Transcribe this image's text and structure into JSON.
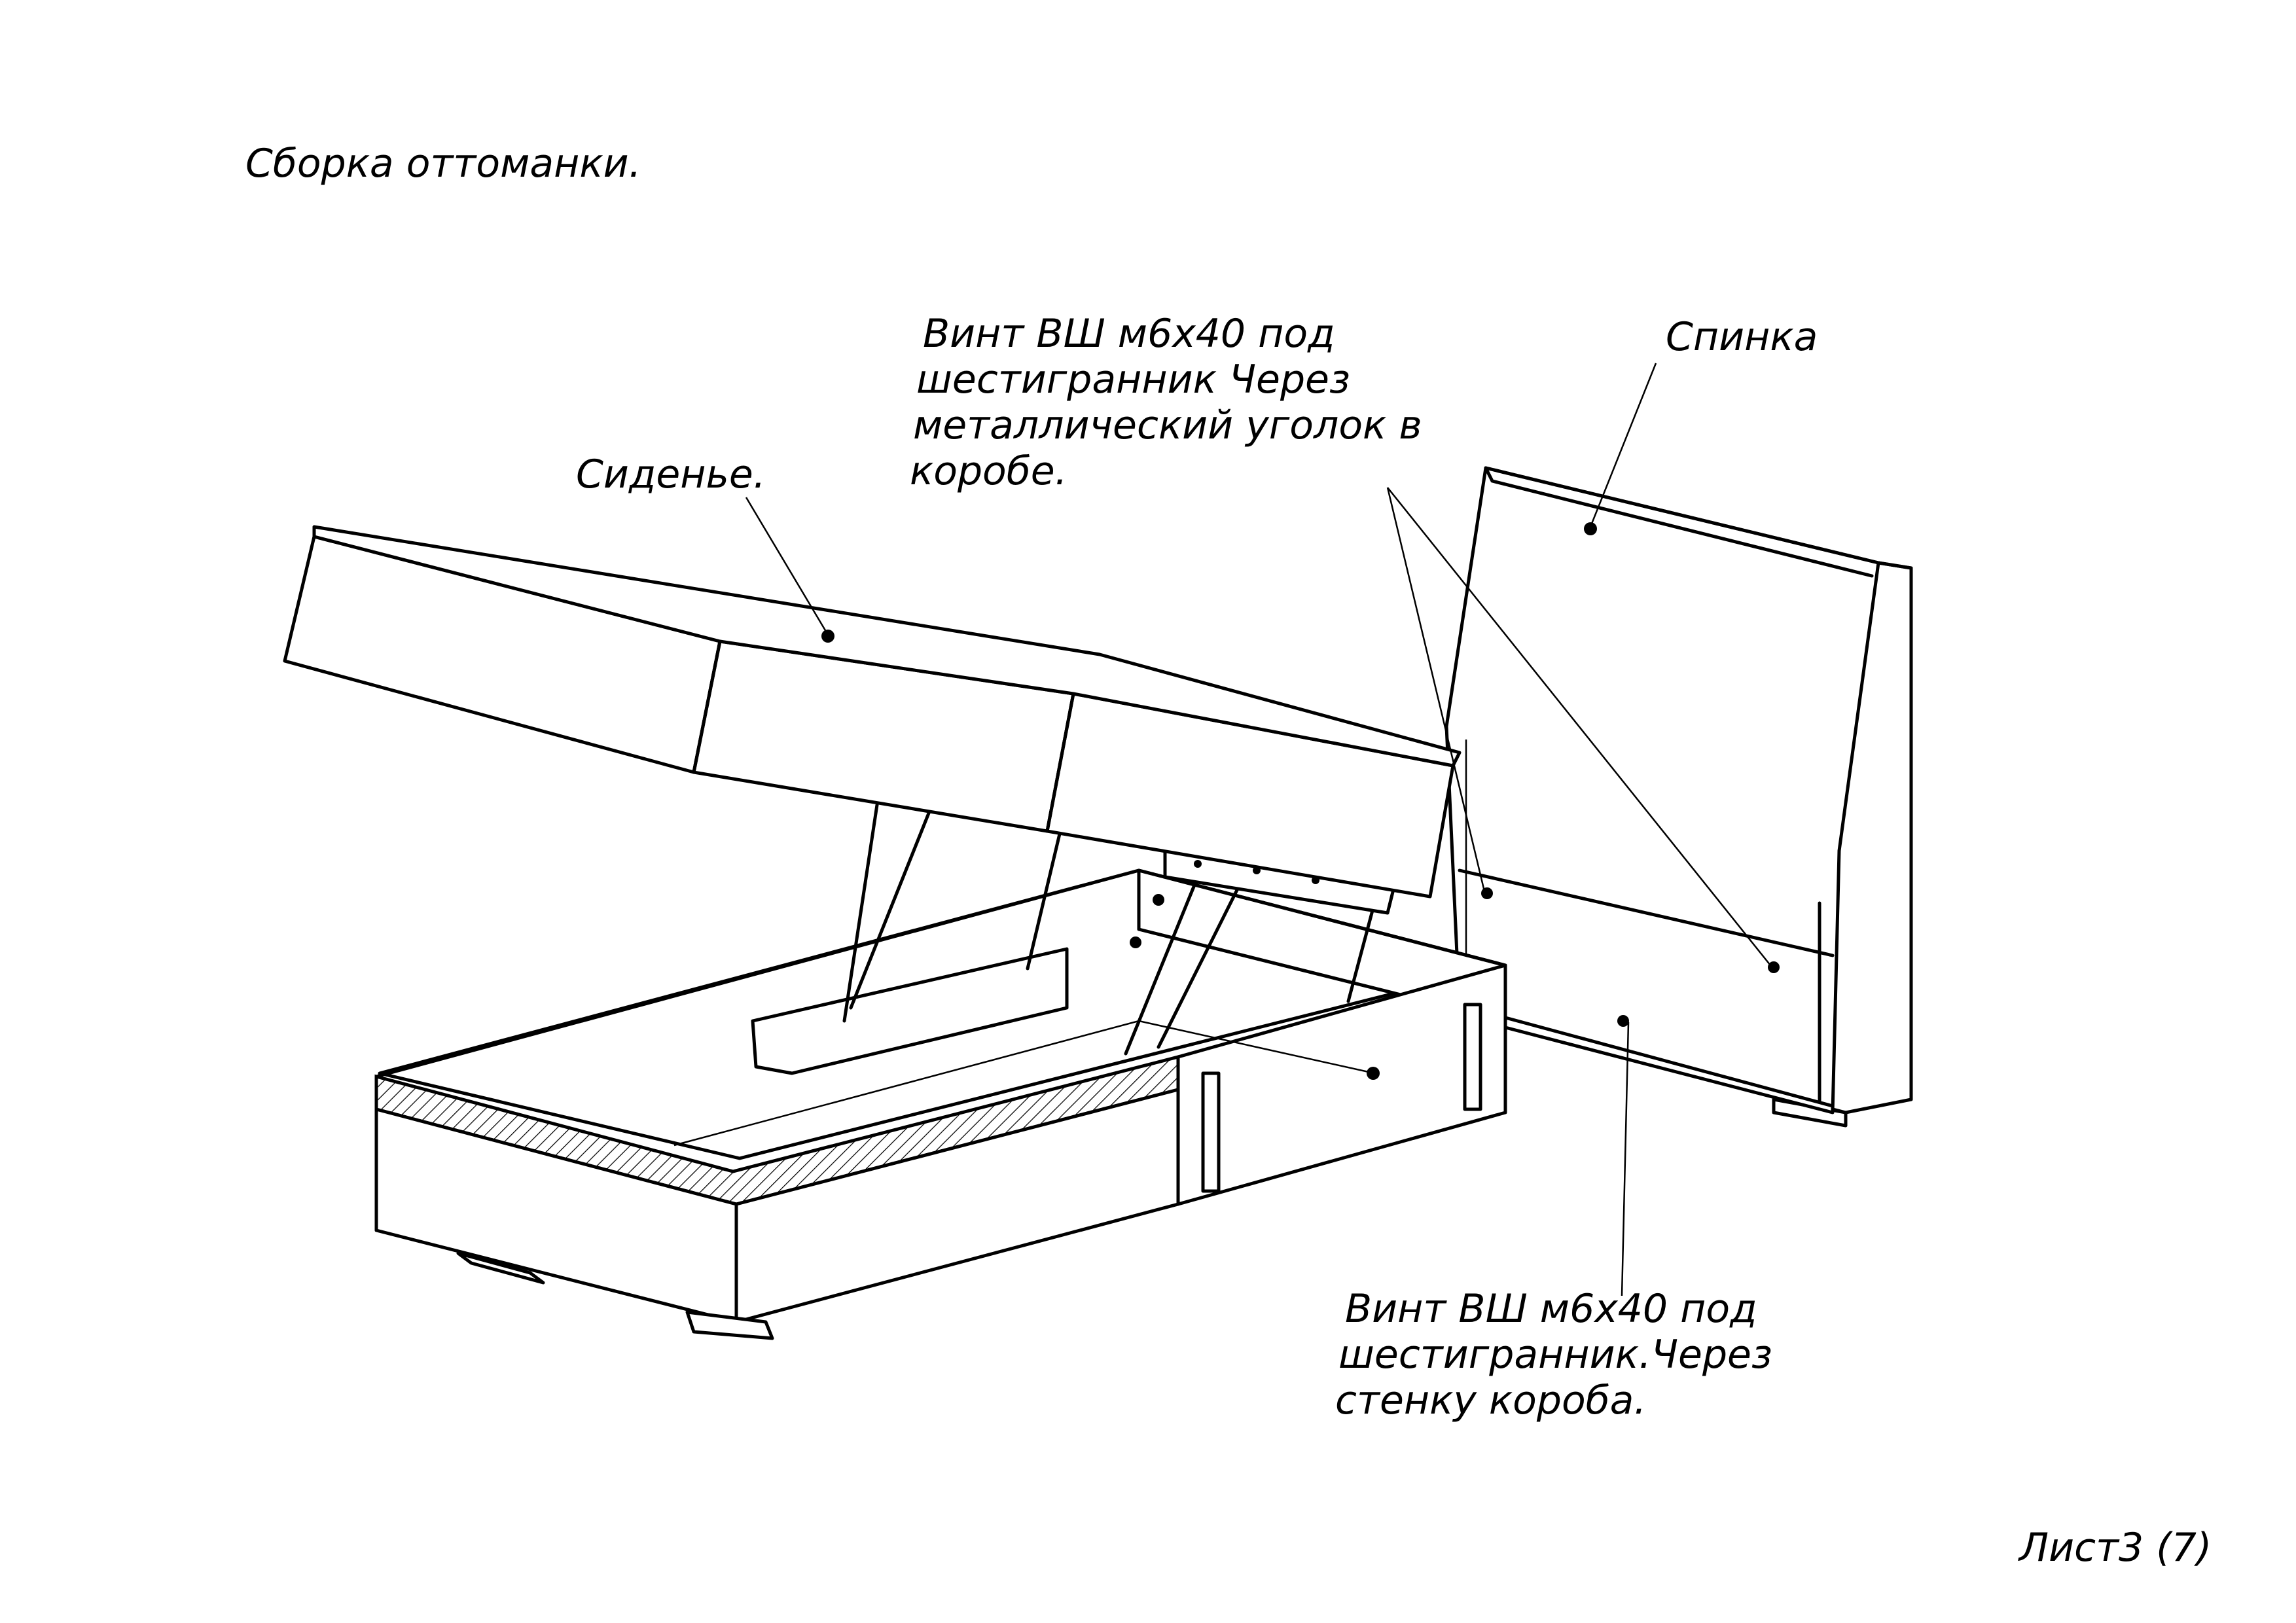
{
  "title": "Сборка оттоманки.",
  "labels": {
    "seat": "Сиденье.",
    "back": "Спинка",
    "screw_top": [
      "Винт ВШ м6х40 под",
      "шестигранник Через",
      "металлический уголок в",
      "коробе."
    ],
    "screw_bottom": [
      "Винт ВШ м6х40 под",
      "шестигранник.Через",
      "стенку короба."
    ]
  },
  "sheet_number": "Лист3 (7)"
}
